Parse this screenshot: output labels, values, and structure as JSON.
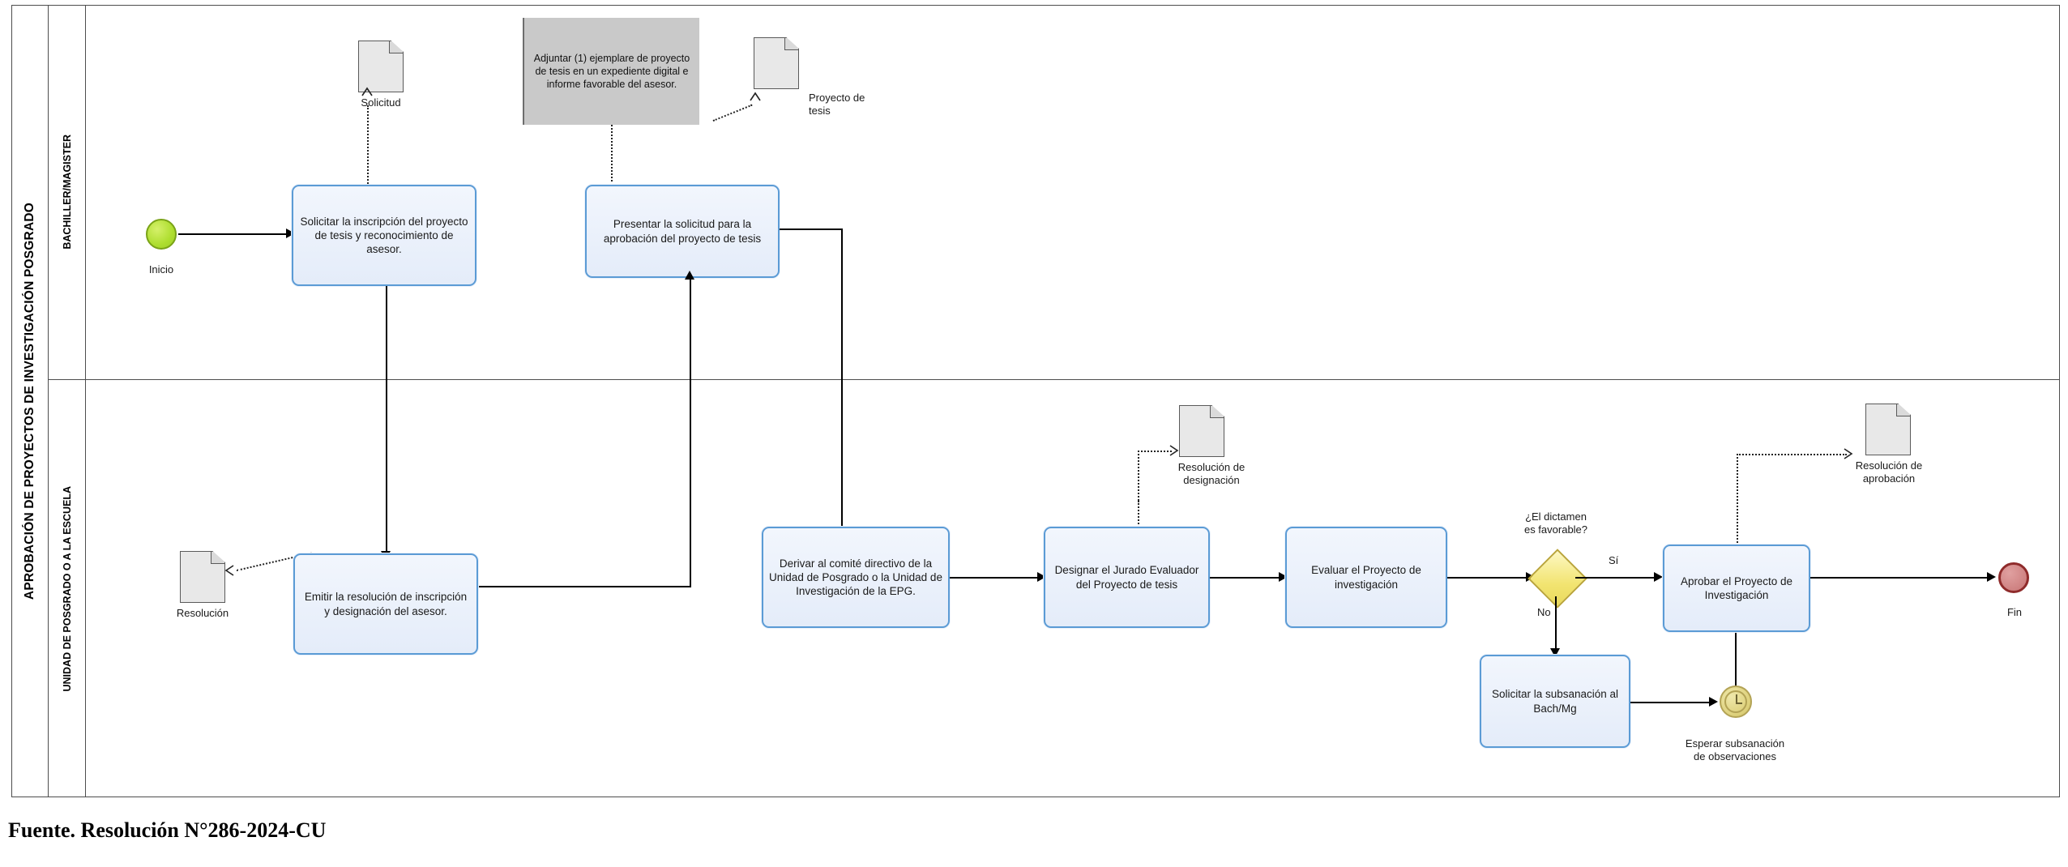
{
  "diagram": {
    "pool_title": "APROBACIÓN DE PROYECTOS DE INVESTIGACIÓN POSGRADO",
    "lanes": [
      {
        "label": "BACHILLER/MAGISTER"
      },
      {
        "label": "UNIDAD DE POSGRADO O A LA ESCUELA"
      }
    ],
    "events": {
      "start_label": "Inicio",
      "end_label": "Fin",
      "timer_label_line1": "Esperar subsanación",
      "timer_label_line2": "de observaciones"
    },
    "tasks": {
      "t1": "Solicitar la inscripción del proyecto de tesis y reconocimiento de asesor.",
      "t2": "Presentar la solicitud para la aprobación del proyecto de tesis",
      "t3": "Emitir la resolución de inscripción y designación del asesor.",
      "t4": "Derivar al comité directivo de la Unidad de Posgrado o la Unidad de Investigación de la EPG.",
      "t5": "Designar el Jurado Evaluador del Proyecto de tesis",
      "t6": "Evaluar el Proyecto de investigación",
      "t7": "Aprobar el  Proyecto de Investigación",
      "t8": "Solicitar la subsanación al Bach/Mg"
    },
    "gateway": {
      "question_line1": "¿El dictamen",
      "question_line2": "es favorable?",
      "yes": "Sí",
      "no": "No"
    },
    "documents": {
      "d1": "Solicitud",
      "d2_line1": "Proyecto de",
      "d2_line2": "tesis",
      "d3": "Resolución",
      "d4_line1": "Resolución de",
      "d4_line2": "designación",
      "d5_line1": "Resolución de",
      "d5_line2": "aprobación"
    },
    "annotation": "Adjuntar (1) ejemplare de proyecto de tesis en un expediente digital e informe favorable del asesor.",
    "source_caption": "Fuente. Resolución N°286-2024-CU",
    "colors": {
      "task_border": "#5b9bd5",
      "task_fill": "#e4ecf9",
      "start_event": "#aede2f",
      "end_event": "#cf8282",
      "gateway": "#f2e471",
      "annotation_bg": "#c9c9c9",
      "document_fill": "#e8e8e8"
    }
  }
}
